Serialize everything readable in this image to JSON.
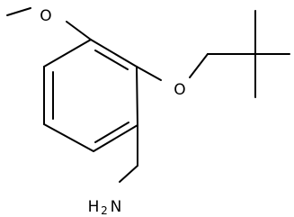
{
  "atoms": {
    "methoxy_oxygen": "O",
    "ether_oxygen": "O",
    "amine_h": "H",
    "amine_subscript": "2",
    "amine_n": "N"
  }
}
